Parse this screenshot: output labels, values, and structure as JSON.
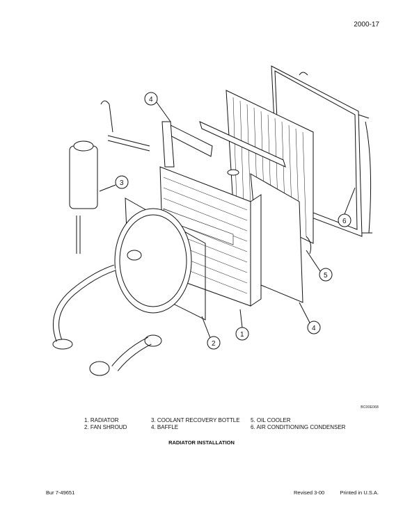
{
  "header": {
    "page_number": "2000-17"
  },
  "figure": {
    "code": "BC00E068",
    "callouts": [
      "4",
      "3",
      "6",
      "5",
      "1",
      "2",
      "4"
    ]
  },
  "legend": {
    "col1": [
      "1. RADIATOR",
      "2. FAN SHROUD"
    ],
    "col2": [
      "3. COOLANT RECOVERY BOTTLE",
      "4. BAFFLE"
    ],
    "col3": [
      "5. OIL COOLER",
      "6. AIR CONDITIONING CONDENSER"
    ]
  },
  "caption": "RADIATOR INSTALLATION",
  "footer": {
    "doc_number": "Bur 7-49651",
    "revision": "Revised 3-00",
    "printed": "Printed in U.S.A."
  }
}
